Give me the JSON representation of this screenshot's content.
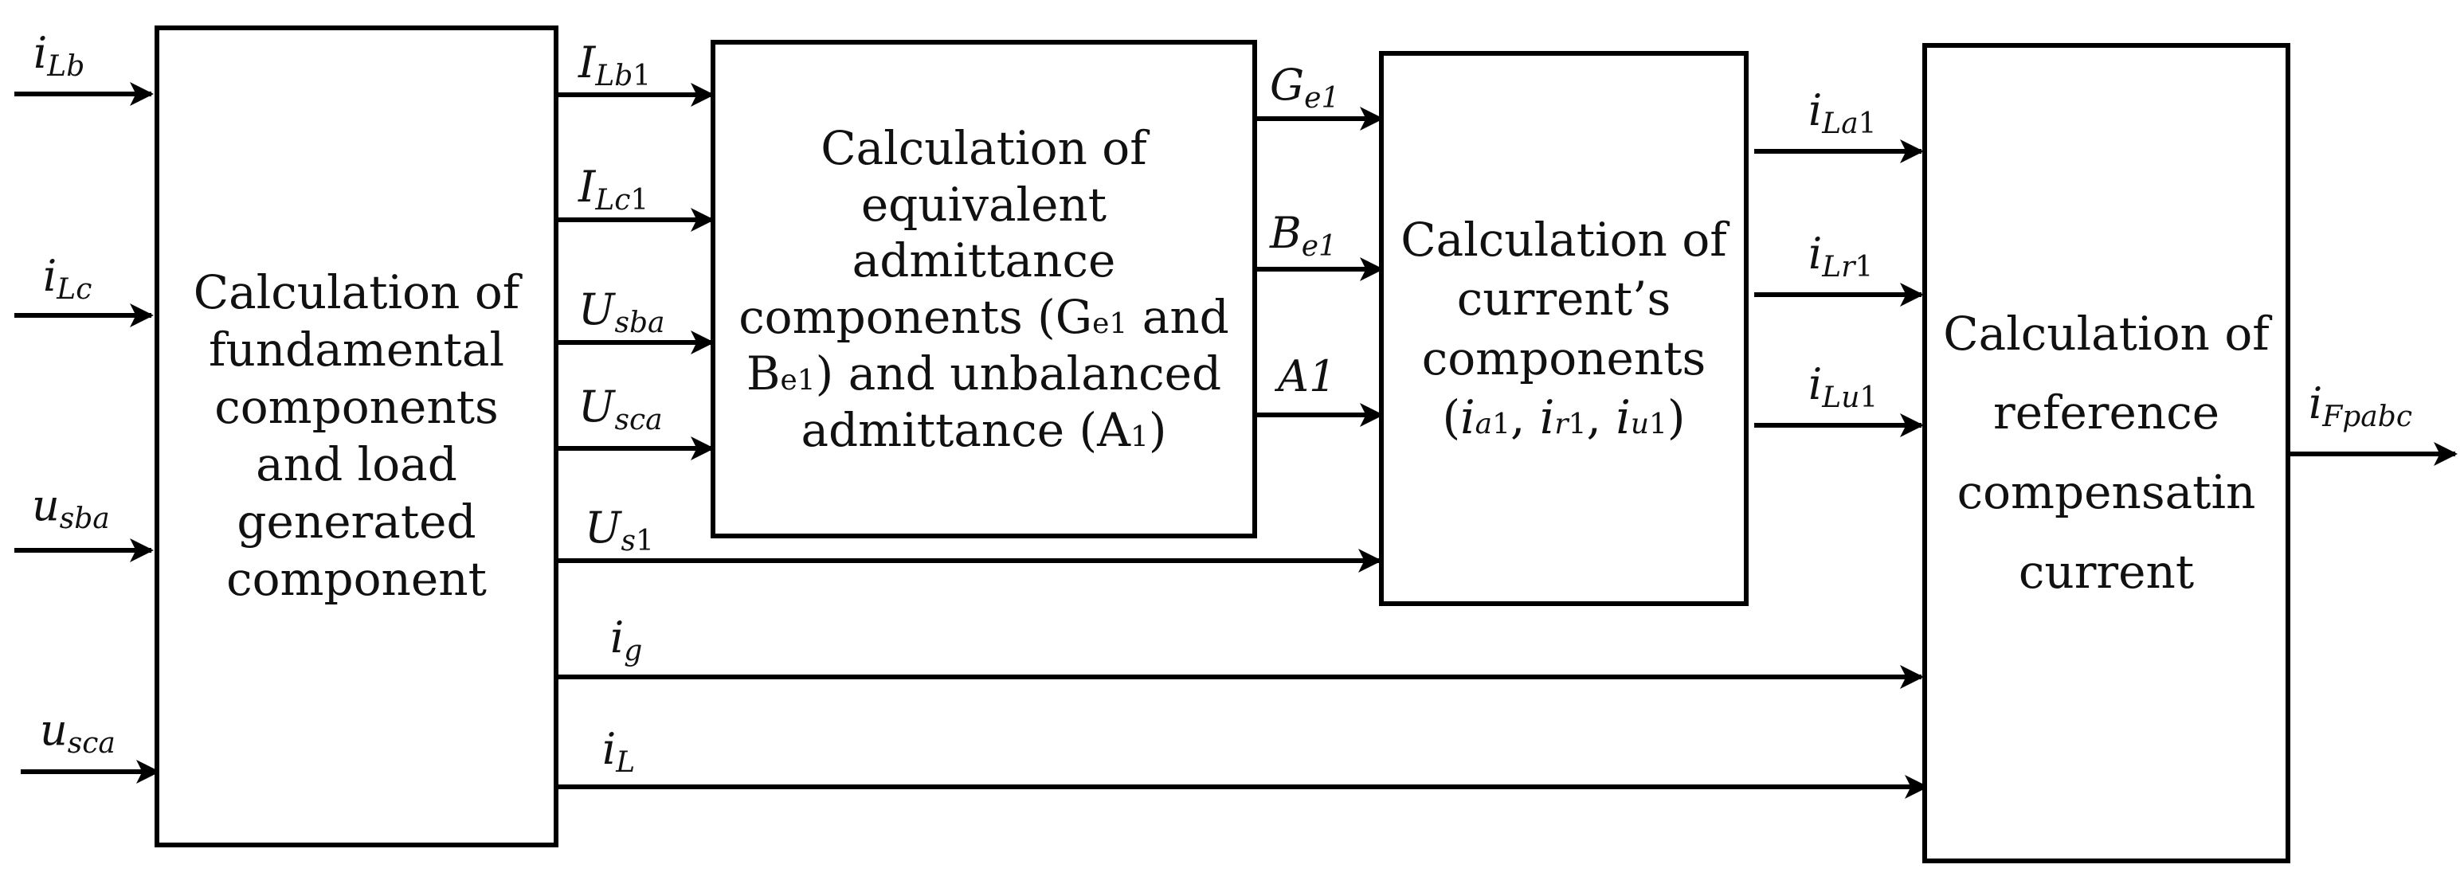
{
  "blocks": {
    "fundamental": {
      "lines": [
        "Calculation of",
        "fundamental",
        "components",
        "and load",
        "generated",
        "component"
      ]
    },
    "admittance": {
      "line1": "Calculation of",
      "line2": "equivalent",
      "line3": "admittance",
      "line4_pre": "components (G",
      "line4_sub": "e1",
      "line4_post": " and",
      "line5_b": "B",
      "line5_sub": "e1",
      "line5_post": ") and unbalanced",
      "line6_pre": "admittance (A",
      "line6_sub": "1",
      "line6_post": ")"
    },
    "currents": {
      "line1": "Calculation of",
      "line2": "current’s",
      "line3": "components",
      "open": "(",
      "i1": "i",
      "i1_sub": "a",
      "i1_num": "1",
      "sep1": ", ",
      "i2": "i",
      "i2_sub": "r",
      "i2_num": "1",
      "sep2": ", ",
      "i3": "i",
      "i3_sub": "u",
      "i3_num": "1",
      "close": ")"
    },
    "reference": {
      "lines": [
        "Calculation of",
        "reference",
        "compensatin",
        "current"
      ]
    }
  },
  "signals": {
    "inputs": [
      {
        "main": "i",
        "sub": "Lb",
        "num": ""
      },
      {
        "main": "i",
        "sub": "Lc",
        "num": ""
      },
      {
        "main": "u",
        "sub": "sba",
        "num": ""
      },
      {
        "main": "u",
        "sub": "sca",
        "num": ""
      }
    ],
    "fundamental_outputs": [
      {
        "main": "I",
        "sub": "Lb",
        "num": "1"
      },
      {
        "main": "I",
        "sub": "Lc",
        "num": "1"
      },
      {
        "main": "U",
        "sub": "sba",
        "num": ""
      },
      {
        "main": "U",
        "sub": "sca",
        "num": ""
      },
      {
        "main": "U",
        "sub": "s",
        "num": "1"
      },
      {
        "main": "i",
        "sub": "g",
        "num": ""
      },
      {
        "main": "i",
        "sub": "L",
        "num": ""
      }
    ],
    "admittance_outputs": [
      {
        "main": "G",
        "sub": "e1",
        "num": ""
      },
      {
        "main": "B",
        "sub": "e1",
        "num": ""
      },
      {
        "main": "A1",
        "sub": "",
        "num": ""
      }
    ],
    "currents_outputs": [
      {
        "main": "i",
        "sub": "La",
        "num": "1"
      },
      {
        "main": "i",
        "sub": "Lr",
        "num": "1"
      },
      {
        "main": "i",
        "sub": "Lu",
        "num": "1"
      }
    ],
    "final_output": {
      "main": "i",
      "sub": "Fpabc",
      "num": ""
    }
  }
}
